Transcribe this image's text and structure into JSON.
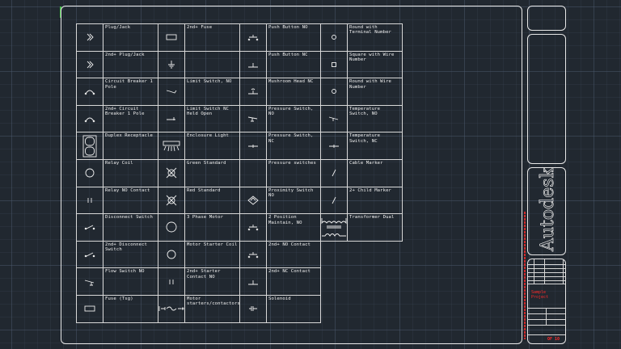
{
  "table": {
    "columns": [
      {
        "symbols": [
          "plug-jack",
          "plug-jack",
          "circuit-breaker",
          "circuit-breaker",
          "duplex-receptacle",
          "relay-coil",
          "relay-contact",
          "disconnect-switch",
          "disconnect-switch",
          "flow-switch",
          "fuse"
        ],
        "labels": [
          "Plug/Jack",
          "2nd+ Plug/Jack",
          "Circuit Breaker 1 Pole",
          "2nd+ Circuit Breaker 1 Pole",
          "Duplex Receptacle",
          "Relay Coil",
          "Relay NO Contact",
          "Disconnect Switch",
          "2nd+ Disconnect Switch",
          "Flow Switch NO",
          "Fuse (Tsg)"
        ]
      },
      {
        "symbols": [
          "fuse",
          "ground",
          "limit-switch",
          "limit-switch-nc",
          "enclosure-light",
          "pilot-light",
          "pilot-light",
          "motor",
          "motor-coil",
          "relay-contact",
          "motor-starter"
        ],
        "labels": [
          "2nd+ Fuse",
          "",
          "Limit Switch, NO",
          "Limit Switch NC Held Open",
          "Enclosure Light",
          "Green Standard",
          "Red Standard",
          "3 Phase Motor",
          "Motor Starter Coil",
          "2nd+ Starter Contact NO",
          "Motor starters/contactors"
        ]
      },
      {
        "symbols": [
          "push-button-no",
          "push-button-nc",
          "mushroom-head",
          "pressure-switch",
          "pressure-switch-nc",
          "",
          "proximity-switch",
          "push-button-no",
          "push-button-no",
          "push-button-nc",
          "solenoid"
        ],
        "labels": [
          "Push Button NO",
          "Push Button NC",
          "Mushroom Head NC",
          "Pressure Switch, NO",
          "Pressure Switch, NC",
          "Pressure switches",
          "Proximity Switch NO",
          "2 Position Maintain, NO",
          "2nd+ NO Contact",
          "2nd+ NC Contact",
          "Solenoid"
        ]
      },
      {
        "symbols": [
          "terminal-round",
          "terminal-square",
          "terminal-round",
          "temperature-switch",
          "temperature-switch-nc",
          "cable-marker",
          "cable-marker",
          "transformer"
        ],
        "labels": [
          "Round with Terminal Number",
          "Square with Wire Number",
          "Round with Wire Number",
          "Temperature Switch, NO",
          "Temperature Switch, NC",
          "Cable Marker",
          "2+ Child Marker",
          "Transformer Dual"
        ]
      }
    ]
  },
  "title_block": {
    "logo": "Autodesk",
    "project": "Sample Project",
    "sheet": "OF 10"
  },
  "colors": {
    "background": "#212830",
    "lines": "#e8e8e8",
    "annotation": "#ff2a2a"
  }
}
